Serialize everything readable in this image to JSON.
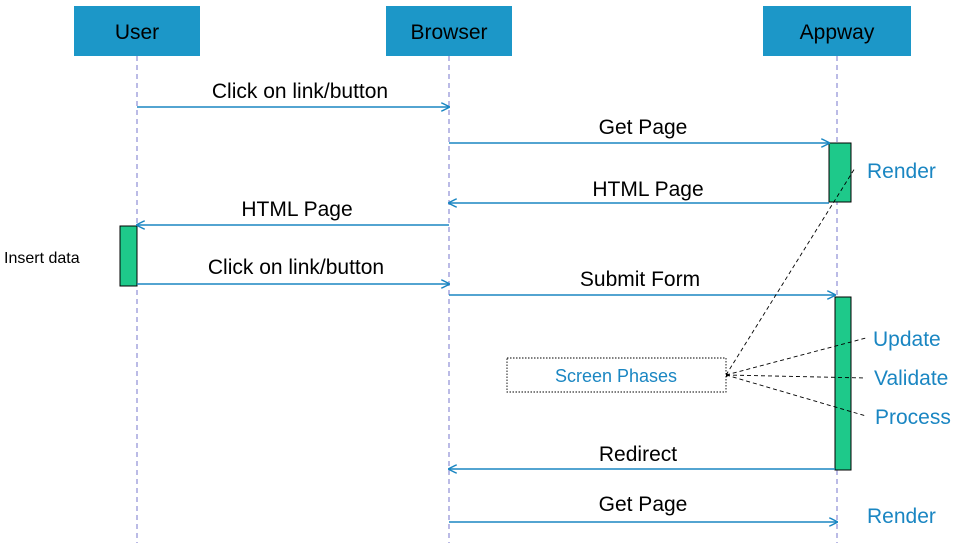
{
  "colors": {
    "participant_fill": "#1c97c8",
    "lifeline": "#7777cc",
    "arrow": "#1a86c2",
    "activation": "#1ec98a",
    "phase_text": "#1a86c2"
  },
  "participants": [
    {
      "id": "user",
      "label": "User"
    },
    {
      "id": "browser",
      "label": "Browser"
    },
    {
      "id": "appway",
      "label": "Appway"
    }
  ],
  "messages": [
    {
      "label": "Click on link/button",
      "from": "user",
      "to": "browser"
    },
    {
      "label": "Get Page",
      "from": "browser",
      "to": "appway"
    },
    {
      "label": "HTML Page",
      "from": "appway",
      "to": "browser"
    },
    {
      "label": "HTML Page",
      "from": "browser",
      "to": "user"
    },
    {
      "label": "Click on link/button",
      "from": "user",
      "to": "browser"
    },
    {
      "label": "Submit Form",
      "from": "browser",
      "to": "appway"
    },
    {
      "label": "Redirect",
      "from": "appway",
      "to": "browser"
    },
    {
      "label": "Get Page",
      "from": "browser",
      "to": "appway"
    }
  ],
  "activations": [
    {
      "participant": "appway",
      "after_message": 1
    },
    {
      "participant": "user",
      "after_message": 3
    },
    {
      "participant": "appway",
      "after_message": 5
    }
  ],
  "side_note": "Insert data",
  "phases": {
    "render_1": "Render",
    "update": "Update",
    "validate": "Validate",
    "process": "Process",
    "render_2": "Render"
  },
  "note_box": {
    "label": "Screen Phases"
  }
}
